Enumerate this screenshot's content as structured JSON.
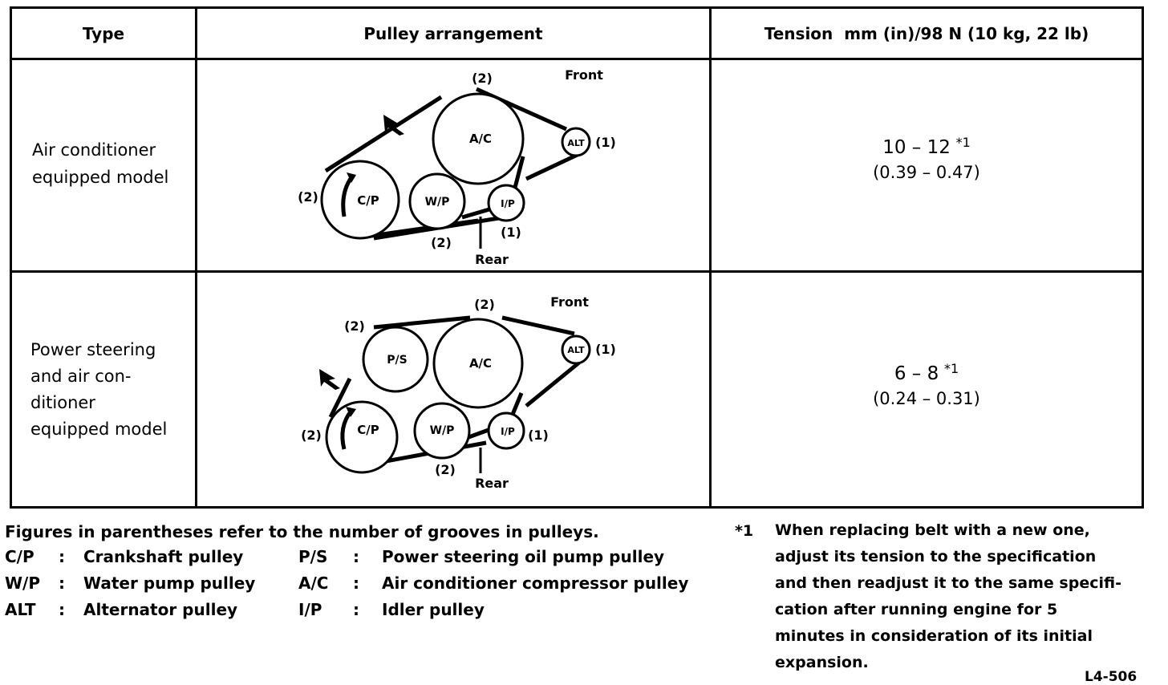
{
  "headers": {
    "type": "Type",
    "arrangement": "Pulley arrangement",
    "tension": "Tension  mm (in)/98 N (10 kg, 22 lb)"
  },
  "rows": [
    {
      "type_lines": [
        "Air conditioner",
        "equipped model"
      ],
      "tension_main": "10 – 12",
      "tension_mark": "*1",
      "tension_in": "(0.39 – 0.47)",
      "diagram": {
        "front": "Front",
        "rear": "Rear",
        "grooves_ac": "(2)",
        "grooves_cp": "(2)",
        "grooves_wp": "(2)",
        "grooves_alt": "(1)",
        "grooves_ip": "(1)",
        "ac": "A/C",
        "alt": "ALT",
        "cp": "C/P",
        "wp": "W/P",
        "ip": "I/P"
      }
    },
    {
      "type_lines": [
        "Power steering",
        "and air con-",
        "ditioner",
        "equipped model"
      ],
      "tension_main": "6 – 8",
      "tension_mark": "*1",
      "tension_in": "(0.24 – 0.31)",
      "diagram": {
        "front": "Front",
        "rear": "Rear",
        "grooves_ac": "(2)",
        "grooves_ps": "(2)",
        "grooves_cp": "(2)",
        "grooves_wp": "(2)",
        "grooves_alt": "(1)",
        "grooves_ip": "(1)",
        "ac": "A/C",
        "ps": "P/S",
        "alt": "ALT",
        "cp": "C/P",
        "wp": "W/P",
        "ip": "I/P"
      }
    }
  ],
  "footer": {
    "intro": "Figures in parentheses refer to the number of grooves in pulleys.",
    "legend": [
      {
        "abbr": "C/P",
        "sep": ":",
        "desc": "Crankshaft pulley"
      },
      {
        "abbr": "W/P",
        "sep": ":",
        "desc": "Water pump pulley"
      },
      {
        "abbr": "ALT",
        "sep": ":",
        "desc": "Alternator pulley"
      },
      {
        "abbr": "P/S",
        "sep": ":",
        "desc": "Power steering oil pump pulley"
      },
      {
        "abbr": "A/C",
        "sep": ":",
        "desc": "Air conditioner compressor pulley"
      },
      {
        "abbr": "I/P",
        "sep": ":",
        "desc": "Idler pulley"
      }
    ],
    "note_mark": "*1",
    "note_lines": [
      "When replacing belt with a new one,",
      "adjust its tension to the specification",
      "and then readjust it to the same specifi-",
      "cation after running engine for 5",
      "minutes in consideration of its initial",
      "expansion."
    ],
    "code": "L4-506"
  }
}
